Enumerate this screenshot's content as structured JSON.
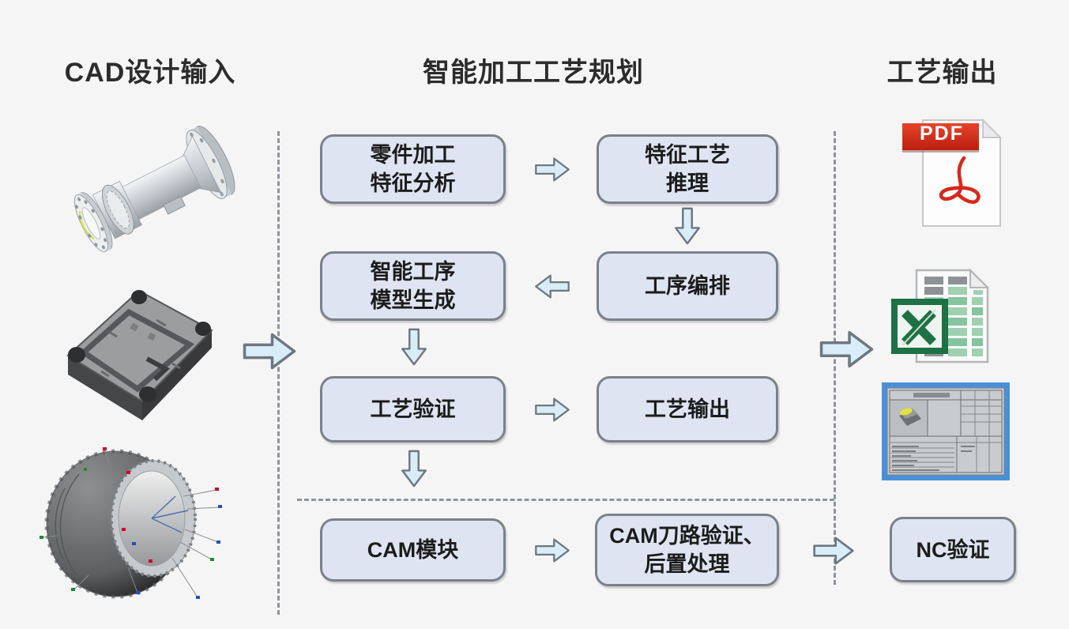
{
  "headers": {
    "left": "CAD设计输入",
    "center": "智能加工工艺规划",
    "right": "工艺输出"
  },
  "flow": {
    "feature_analysis": {
      "lines": [
        "零件加工",
        "特征分析"
      ]
    },
    "feature_reasoning": {
      "lines": [
        "特征工艺",
        "推理"
      ]
    },
    "process_model": {
      "lines": [
        "智能工序",
        "模型生成"
      ]
    },
    "operation_sequencing": {
      "lines": [
        "工序编排"
      ]
    },
    "process_validation": {
      "lines": [
        "工艺验证"
      ]
    },
    "process_output": {
      "lines": [
        "工艺输出"
      ]
    },
    "cam_module": {
      "lines": [
        "CAM模块"
      ]
    },
    "cam_toolpath_post": {
      "lines": [
        "CAM刀路验证、",
        "后置处理"
      ]
    },
    "nc_validation": {
      "lines": [
        "NC验证"
      ]
    }
  },
  "outputs": {
    "pdf_label": "PDF",
    "icons": [
      "pdf-file-icon",
      "excel-file-icon",
      "process-card-icon"
    ]
  },
  "inputs": {
    "models": [
      "shaft-flange-model",
      "mold-plate-model",
      "casing-model"
    ]
  },
  "colors": {
    "bg": "#f5f5f6",
    "heading": "#2c2c2c",
    "box_fill": "#dee4f1",
    "box_border": "#7b818b",
    "box_text": "#1c1c1c",
    "arrow_fill": "#d8edf8",
    "arrow_border": "#6e7781",
    "dash": "#8f949b",
    "pdf_red": "#d7281e",
    "excel_green": "#1e7145",
    "card_frame_blue": "#4a90d8"
  }
}
